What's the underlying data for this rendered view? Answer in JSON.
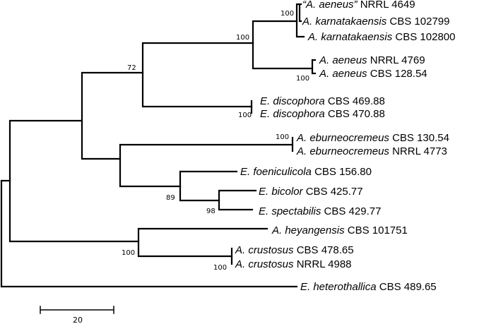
{
  "tree": {
    "taxa": [
      {
        "id": "t1",
        "genus": "“A. aeneus”",
        "strain": "NRRL 4649"
      },
      {
        "id": "t2",
        "genus": "A. karnatakaensis",
        "strain": "CBS 102799"
      },
      {
        "id": "t3",
        "genus": "A. karnatakaensis",
        "strain": "CBS 102800"
      },
      {
        "id": "t4",
        "genus": "A. aeneus",
        "strain": "NRRL 4769"
      },
      {
        "id": "t5",
        "genus": "A. aeneus",
        "strain": "CBS 128.54"
      },
      {
        "id": "t6",
        "genus": "E. discophora",
        "strain": "CBS 469.88"
      },
      {
        "id": "t7",
        "genus": "E. discophora",
        "strain": "CBS 470.88"
      },
      {
        "id": "t8",
        "genus": "A. eburneocremeus",
        "strain": "CBS 130.54"
      },
      {
        "id": "t9",
        "genus": "A. eburneocremeus",
        "strain": "NRRL 4773"
      },
      {
        "id": "t10",
        "genus": "E. foeniculicola",
        "strain": "CBS 156.80"
      },
      {
        "id": "t11",
        "genus": "E. bicolor",
        "strain": "CBS 425.77"
      },
      {
        "id": "t12",
        "genus": "E. spectabilis",
        "strain": "CBS 429.77"
      },
      {
        "id": "t13",
        "genus": "A. heyangensis",
        "strain": "CBS 101751"
      },
      {
        "id": "t14",
        "genus": "A. crustosus",
        "strain": "CBS 478.65"
      },
      {
        "id": "t15",
        "genus": "A. crustosus",
        "strain": "NRRL 4988"
      },
      {
        "id": "t16",
        "genus": "E. heterothallica",
        "strain": "CBS 489.65"
      }
    ],
    "bootstrap": [
      "100",
      "100",
      "100",
      "72",
      "100",
      "100",
      "89",
      "98",
      "100",
      "100"
    ],
    "scale_bar": {
      "label": "20"
    }
  }
}
